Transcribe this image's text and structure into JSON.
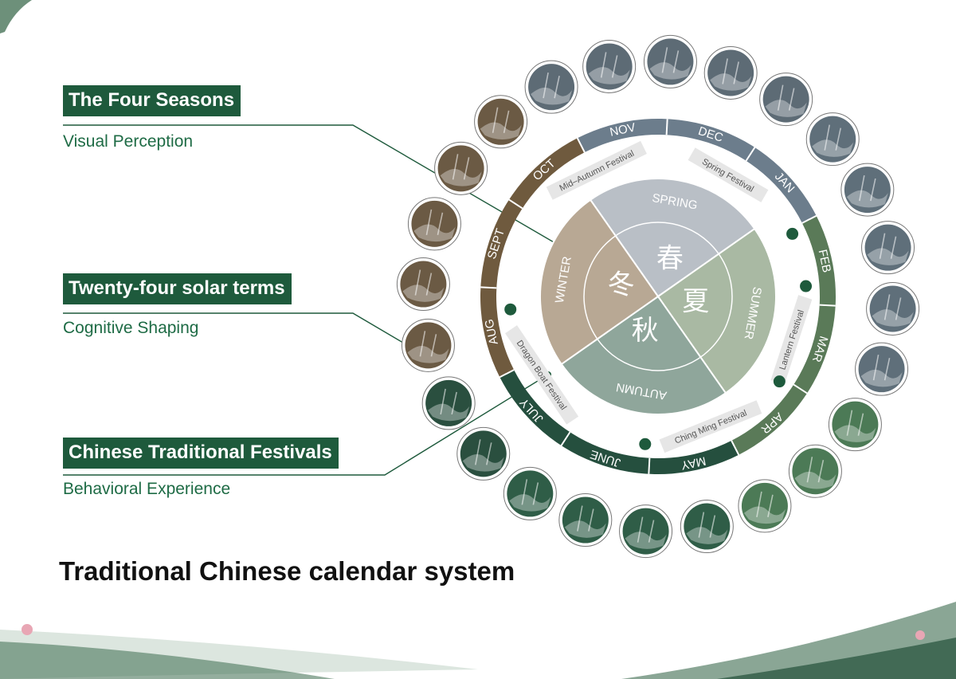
{
  "title": "Traditional Chinese calendar system",
  "categories": [
    {
      "heading": "The Four Seasons",
      "subtitle": "Visual Perception"
    },
    {
      "heading": "Twenty-four solar terms",
      "subtitle": "Cognitive Shaping"
    },
    {
      "heading": "Chinese Traditional Festivals",
      "subtitle": "Behavioral Experience"
    }
  ],
  "seasons": [
    {
      "name": "SPRING",
      "char": "春",
      "color": "#b9bfc6"
    },
    {
      "name": "SUMMER",
      "char": "夏",
      "color": "#a9b9a3"
    },
    {
      "name": "AUTUMN",
      "char": "秋",
      "color": "#8fa69b"
    },
    {
      "name": "WINTER",
      "char": "冬",
      "color": "#b8a894"
    }
  ],
  "months": [
    "NOV",
    "DEC",
    "JAN",
    "FEB",
    "MAR",
    "APR",
    "MAY",
    "JUNE",
    "JULY",
    "AUG",
    "SEPT",
    "OCT"
  ],
  "festivals": [
    "Spring Festival",
    "Lantern Festival",
    "Ching Ming Festival",
    "Dragon Boat Festival",
    "Mid–Autumn Festival"
  ],
  "colors": {
    "brand": "#1e5a3c",
    "winter_ring": "#6f5a3e",
    "spring_ring": "#6c7d8c",
    "summer_ring": "#5a7a58",
    "autumn_ring": "#254f3e"
  }
}
